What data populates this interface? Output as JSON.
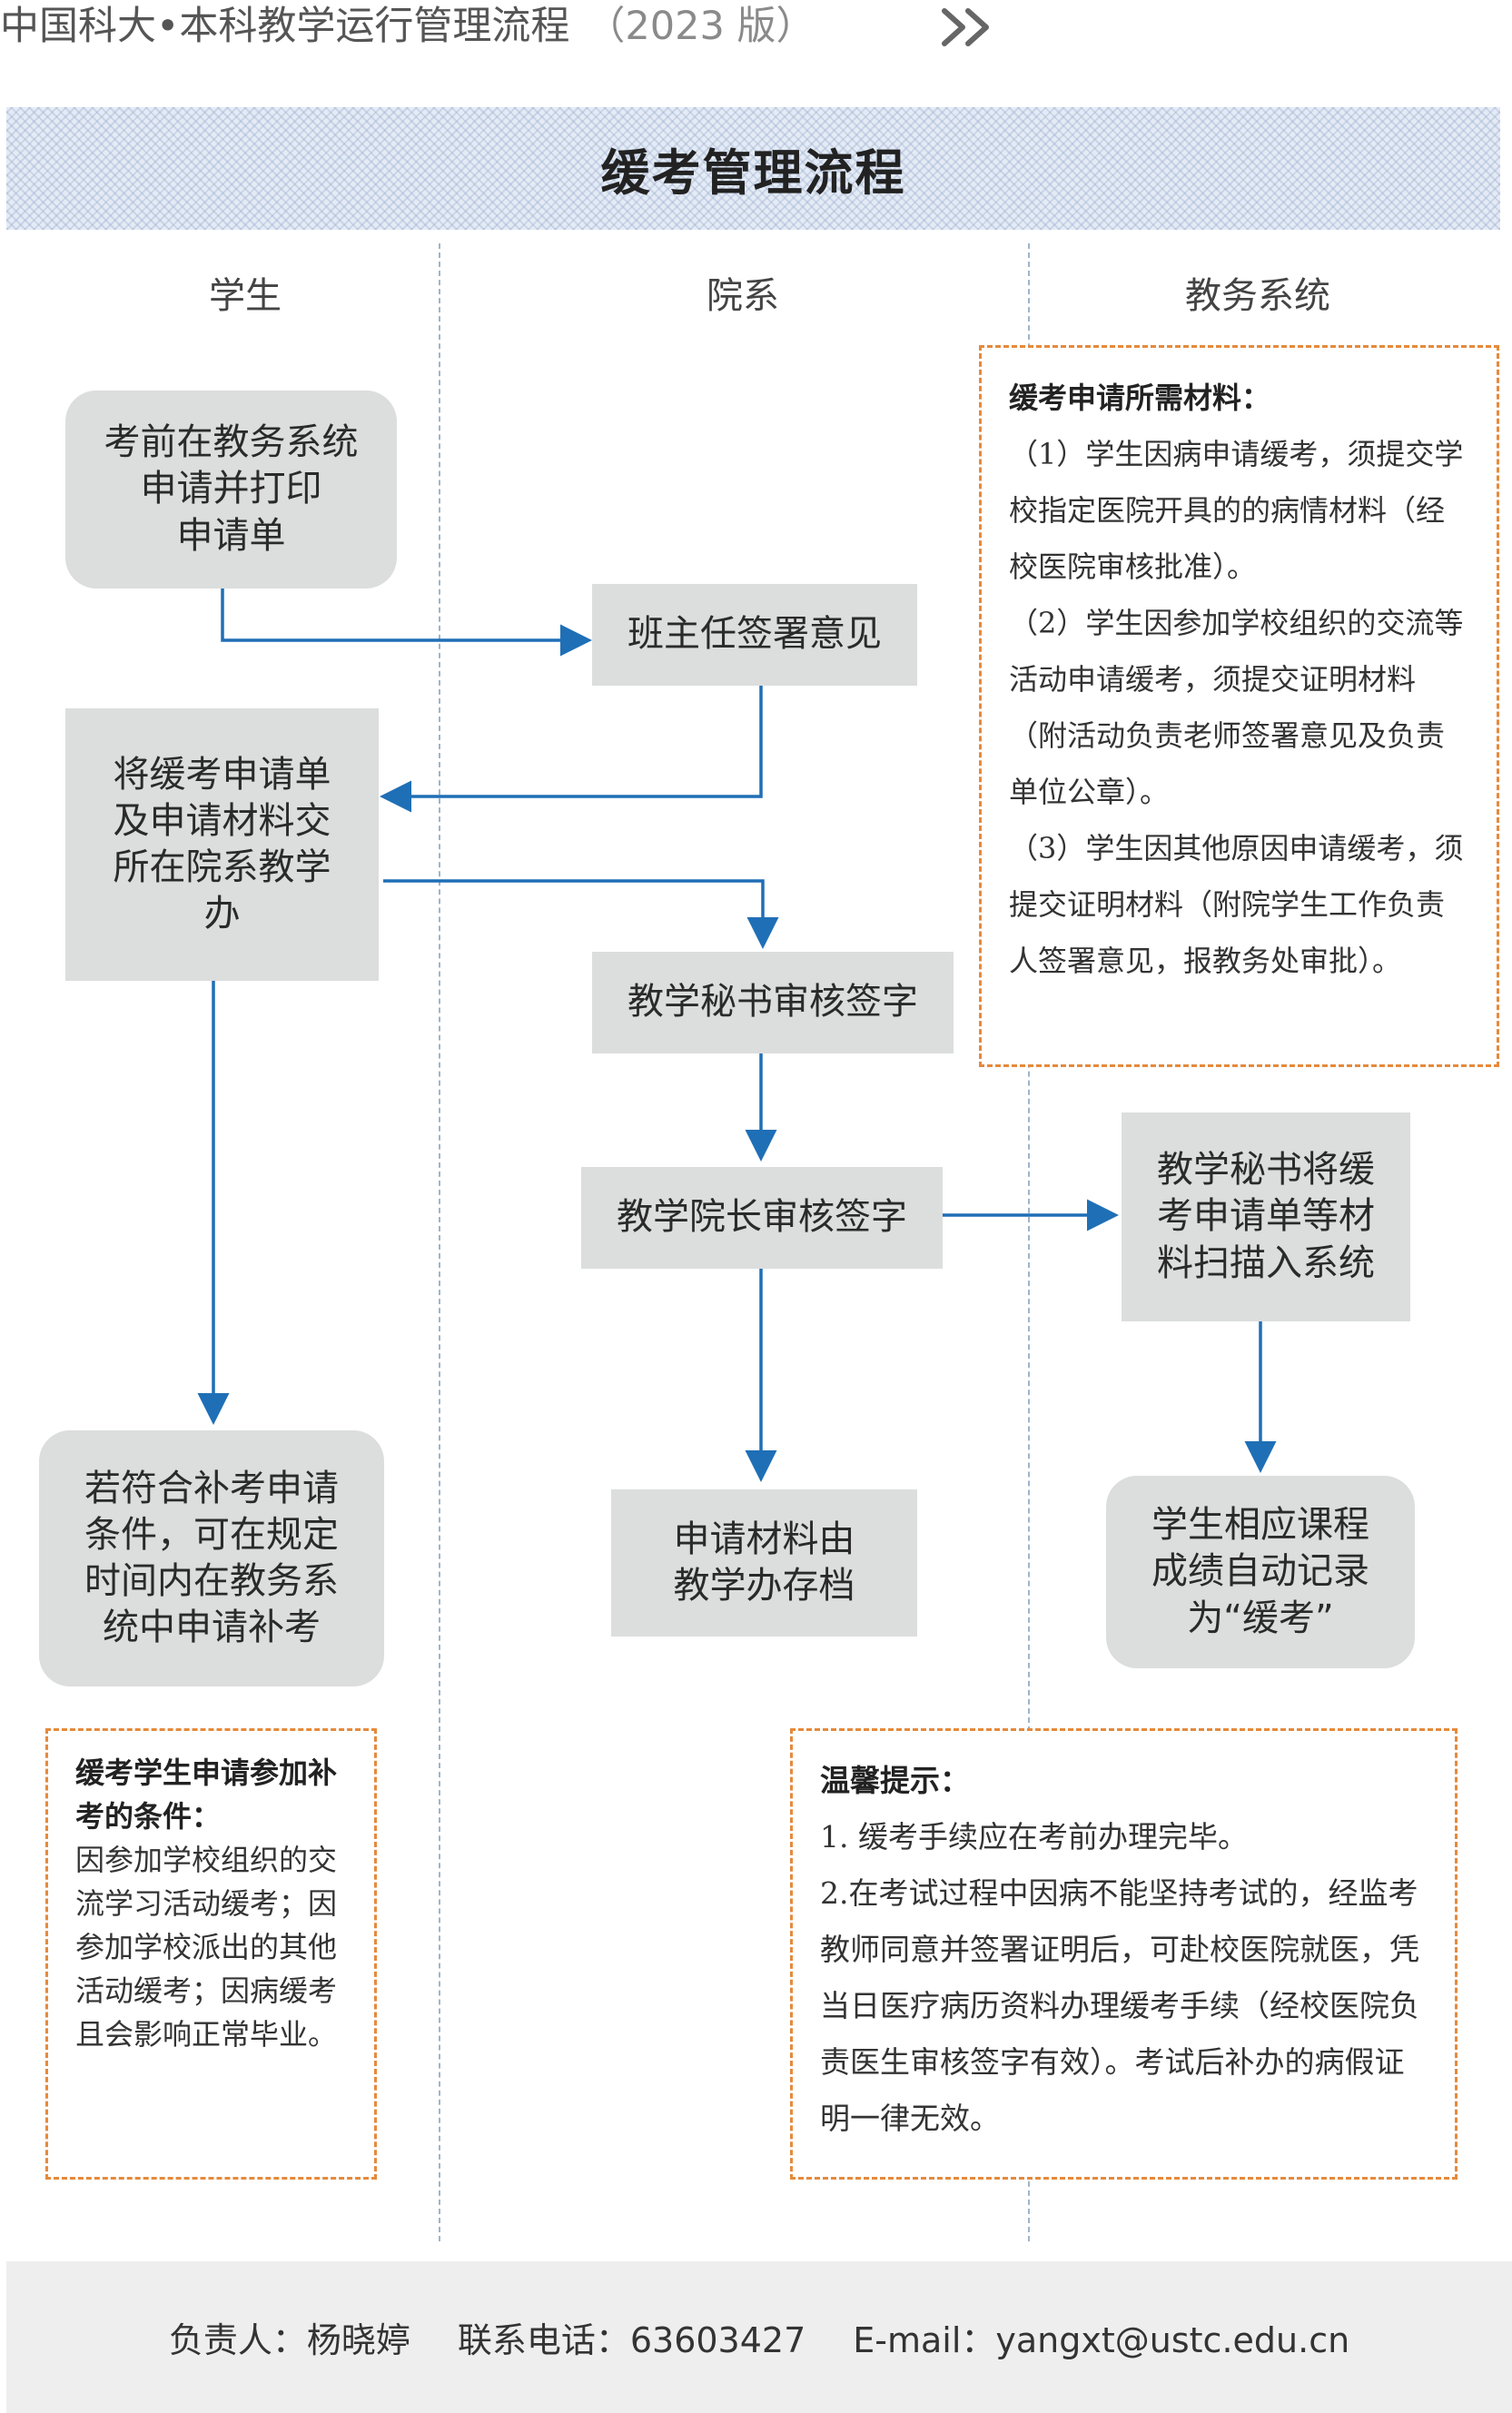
{
  "header": {
    "series_title": "中国科大•本科教学运行管理流程",
    "edition": "（2023 版）",
    "chevron_icon": "double-chevron-right-icon"
  },
  "banner": {
    "title": "缓考管理流程"
  },
  "lanes": [
    "学生",
    "院系",
    "教务系统"
  ],
  "steps": {
    "apply": "考前在教务系统\n申请并打印\n申请单",
    "class_teacher": "班主任签署意见",
    "submit": "将缓考申请单\n及申请材料交\n所在院系教学\n办",
    "secretary_review": "教学秘书审核签字",
    "dean_review": "教学院长审核签字",
    "scan": "教学秘书将缓\n考申请单等材\n料扫描入系统",
    "makeup": "若符合补考申请\n条件，可在规定\n时间内在教务系\n统中申请补考",
    "archive": "申请材料由\n教学办存档",
    "record": "学生相应课程\n成绩自动记录\n为“缓考”"
  },
  "notes": {
    "materials": {
      "title": "缓考申请所需材料：",
      "items": [
        "（1）学生因病申请缓考，须提交学校指定医院开具的的病情材料（经校医院审核批准）。",
        "（2）学生因参加学校组织的交流等活动申请缓考，须提交证明材料（附活动负责老师签署意见及负责单位公章）。",
        "（3）学生因其他原因申请缓考，须提交证明材料（附院学生工作负责人签署意见，报教务处审批）。"
      ]
    },
    "makeup_conditions": {
      "title": "缓考学生申请参加补考的条件：",
      "body": "因参加学校组织的交流学习活动缓考；因参加学校派出的其他活动缓考；因病缓考且会影响正常毕业。"
    },
    "tips": {
      "title": "温馨提示：",
      "items": [
        "1. 缓考手续应在考前办理完毕。",
        "2.在考试过程中因病不能坚持考试的，经监考教师同意并签署证明后，可赴校医院就医，凭当日医疗病历资料办理缓考手续（经校医院负责医生审核签字有效）。考试后补办的病假证明一律无效。"
      ]
    }
  },
  "footer": {
    "contact_person": "负责人：杨晓婷",
    "phone": "联系电话：63603427",
    "email": "E-mail：yangxt@ustc.edu.cn"
  },
  "colors": {
    "arrow": "#1f6fb6",
    "box": "#dcdddd",
    "note_border": "#e58a3c",
    "banner": "#e4ebf5"
  }
}
